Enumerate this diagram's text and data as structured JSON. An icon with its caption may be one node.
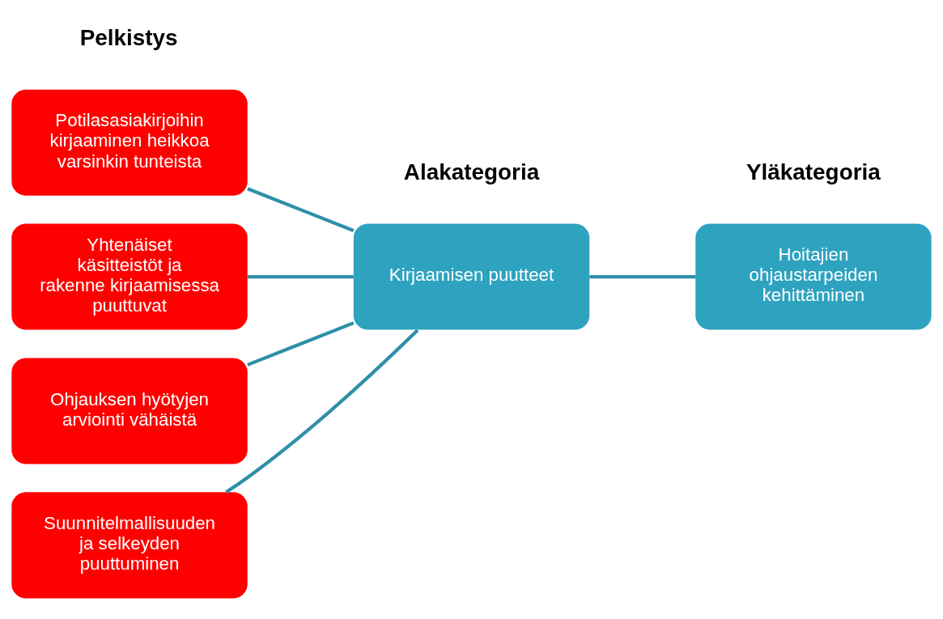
{
  "diagram": {
    "nodes": [
      {
        "text": [
          "Potilasasiakirjoihin kirjaaminen heikkoa varsinkin tunteista"
        ]
      },
      {
        "text": [
          "Yhtenäiset käsitteistöt ja rakenne kirjaamisessa puuttuvat"
        ]
      },
      {
        "text": [
          "Ohjauksen hyötyjen arviointi vähäistä"
        ]
      },
      {
        "text": [
          "Suunnitelmallisuuden ja selkeyden puuttuminen"
        ]
      },
      {
        "text": [
          "Kirjaamisen puutteet"
        ]
      },
      {
        "text": [
          "Hoitajien ohjaustarpeiden kehittäminen"
        ]
      }
    ],
    "edges": [
      {
        "from": 0,
        "to": 4,
        "arrow": "none"
      },
      {
        "from": 1,
        "to": 4,
        "arrow": "none"
      },
      {
        "from": 2,
        "to": 4,
        "arrow": "none"
      },
      {
        "from": 3,
        "to": 4,
        "arrow": "none"
      },
      {
        "from": 4,
        "to": 5,
        "arrow": "none"
      }
    ],
    "labels": [
      "Pelkistys",
      "Alakategoria",
      "Yläkategoria"
    ]
  }
}
